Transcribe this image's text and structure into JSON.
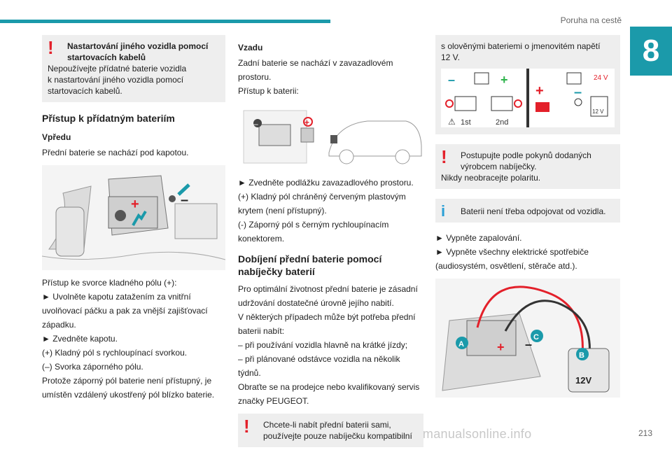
{
  "header": {
    "title": "Poruha na cestě",
    "chapter": "8",
    "page": "213"
  },
  "watermark": "carmanualsonline.info",
  "col1": {
    "warn_title_1": "Nastartování jiného vozidla pomocí",
    "warn_title_2": "startovacích kabelů",
    "warn_text_1": "Nepoužívejte přídatné baterie vozidla",
    "warn_text_2": "k nastartování jiného vozidla pomocí",
    "warn_text_3": "startovacích kabelů.",
    "section_title": "Přístup k přídatným bateriím",
    "front_title": "Vpředu",
    "front_text": "Přední baterie se nachází pod kapotou.",
    "lines": [
      "Přístup ke svorce kladného pólu (+):",
      "► Uvolněte kapotu zatažením za vnitřní",
      "uvolňovací páčku a pak za vnější zajišťovací",
      "západku.",
      "► Zvedněte kapotu.",
      "(+) Kladný pól s rychloupínací svorkou.",
      "(–) Svorka záporného pólu.",
      "Protože záporný pól baterie není přístupný, je",
      "umístěn vzdálený ukostřený pól blízko baterie."
    ]
  },
  "col2": {
    "rear_title": "Vzadu",
    "rear_lines": [
      "Zadní baterie se nachází v zavazadlovém",
      "prostoru.",
      "Přístup k baterii:"
    ],
    "lines": [
      "► Zvedněte podlážku zavazadlového prostoru.",
      "(+) Kladný pól chráněný červeným plastovým",
      "krytem (není přístupný).",
      "(-) Záporný pól s černým rychloupínacím",
      "konektorem."
    ],
    "charge_title_1": "Dobíjení přední baterie pomocí",
    "charge_title_2": "nabíječky baterií",
    "charge_lines": [
      "Pro optimální životnost přední baterie je zásadní",
      "udržování dostatečné úrovně jejího nabití.",
      "V některých případech může být potřeba přední",
      "baterii nabít:",
      "– při používání vozidla hlavně na krátké jízdy;",
      "– při plánované odstávce vozidla na několik",
      "týdnů.",
      "Obraťte se na prodejce nebo kvalifikovaný servis",
      "značky PEUGEOT."
    ],
    "warn_1": "Chcete-li nabít přední baterii sami,",
    "warn_2": "používejte pouze nabíječku kompatibilní"
  },
  "col3": {
    "top_1": "s olověnými bateriemi o jmenovitém napětí",
    "top_2": "12 V.",
    "diagram": {
      "first": "1st",
      "second": "2nd",
      "volt_24": "24 V",
      "volt_12": "12 V"
    },
    "warn_1": "Postupujte podle pokynů dodaných",
    "warn_2": "výrobcem nabíječky.",
    "warn_3": "Nikdy neobracejte polaritu.",
    "info_1": "Baterii není třeba odpojovat od vozidla.",
    "lines": [
      "► Vypněte zapalování.",
      "► Vypněte všechny elektrické spotřebiče",
      "(audiosystém, osvětlení, stěrače atd.)."
    ],
    "labels": {
      "a": "A",
      "b": "B",
      "c": "C",
      "volt": "12V"
    }
  },
  "colors": {
    "accent": "#1b9aaa",
    "warn": "#e3202a",
    "info": "#2a9fd6",
    "positive": "#e3202a",
    "negative": "#1b9aaa"
  }
}
